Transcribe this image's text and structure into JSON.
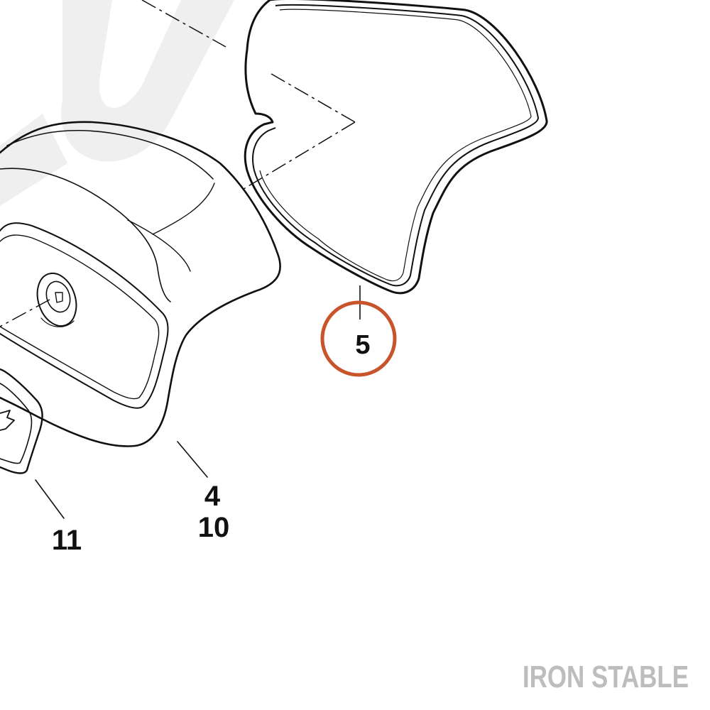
{
  "callouts": {
    "seal": "5",
    "lid": [
      "4",
      "10"
    ],
    "emblem": "11"
  },
  "highlight_color": "#c8542c",
  "watermark": "IRON STABLE"
}
